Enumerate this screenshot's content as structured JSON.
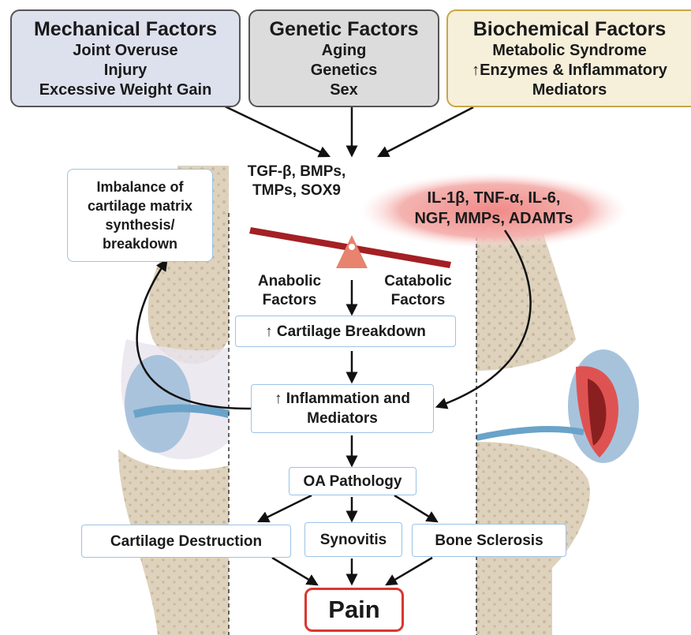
{
  "factors": {
    "mechanical": {
      "title": "Mechanical Factors",
      "items": [
        "Joint Overuse",
        "Injury",
        "Excessive Weight Gain"
      ]
    },
    "genetic": {
      "title": "Genetic Factors",
      "items": [
        "Aging",
        "Genetics",
        "Sex"
      ]
    },
    "biochemical": {
      "title": "Biochemical Factors",
      "items": [
        "Metabolic Syndrome",
        "↑Enzymes & Inflammatory",
        "Mediators"
      ]
    }
  },
  "anabolic": {
    "molecules_line1": "TGF-β, BMPs,",
    "molecules_line2": "TMPs, SOX9",
    "label_line1": "Anabolic",
    "label_line2": "Factors"
  },
  "catabolic": {
    "molecules_line1": "IL-1β, TNF-α, IL-6,",
    "molecules_line2": "NGF, MMPs, ADAMTs",
    "label_line1": "Catabolic",
    "label_line2": "Factors"
  },
  "imbalance": {
    "line1": "Imbalance of",
    "line2": "cartilage matrix",
    "line3": "synthesis/",
    "line4": "breakdown"
  },
  "flow": {
    "cartilage_breakdown": "↑ Cartilage Breakdown",
    "inflammation_line1": "↑ Inflammation and",
    "inflammation_line2": "Mediators",
    "oa_pathology": "OA Pathology",
    "cartilage_destruction": "Cartilage Destruction",
    "synovitis": "Synovitis",
    "bone_sclerosis": "Bone Sclerosis",
    "pain": "Pain"
  },
  "colors": {
    "mechanical_bg": "#dde1ee",
    "genetic_bg": "#dcdcdc",
    "biochemical_bg": "#f6efd9",
    "biochemical_border": "#c9a646",
    "seesaw_beam": "#a32024",
    "fulcrum": "#e7836e",
    "catabolic_glow": "#f3b1ae",
    "pain_border": "#d9372f",
    "flow_border": "#9cc3e6",
    "bone": "#ded2bd"
  }
}
